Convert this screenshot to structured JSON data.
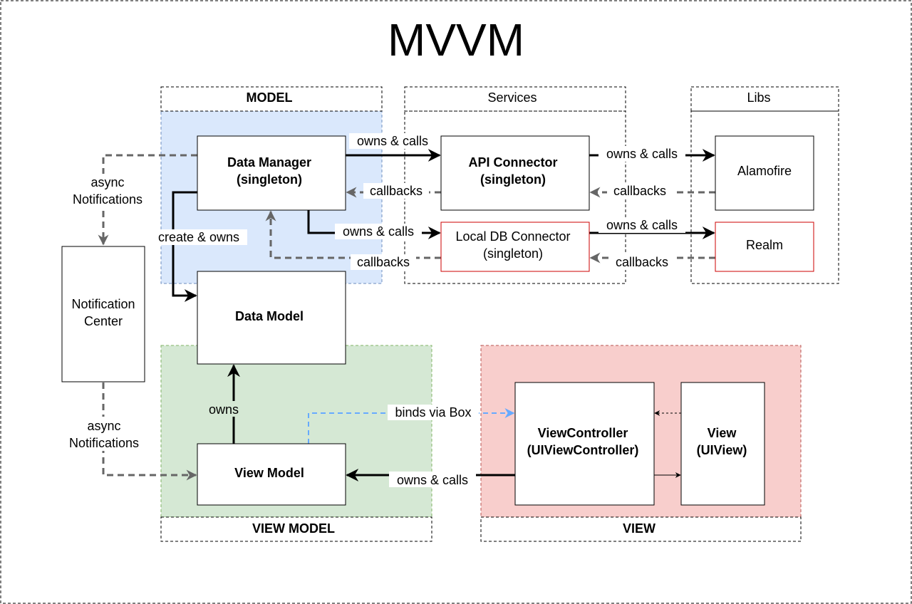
{
  "title": "MVVM",
  "groups": {
    "model": "MODEL",
    "services": "Services",
    "libs": "Libs",
    "view_model": "VIEW MODEL",
    "view": "VIEW"
  },
  "nodes": {
    "data_manager": [
      "Data Manager",
      "(singleton)"
    ],
    "api_connector": [
      "API Connector",
      "(singleton)"
    ],
    "local_db_connector": [
      "Local DB Connector",
      "(singleton)"
    ],
    "alamofire": "Alamofire",
    "realm": "Realm",
    "notification_center": [
      "Notification",
      "Center"
    ],
    "data_model": "Data Model",
    "view_model": "View Model",
    "view_controller": [
      "ViewController",
      "(UIViewController)"
    ],
    "view": [
      "View",
      "(UIView)"
    ]
  },
  "edges": {
    "dm_api": "owns & calls",
    "api_dm": "callbacks",
    "api_alamofire": "owns & calls",
    "alamofire_api": "callbacks",
    "dm_localdb": "owns & calls",
    "localdb_dm": "callbacks",
    "localdb_realm": "owns & calls",
    "realm_localdb": "callbacks",
    "dm_datamodel": "create & owns",
    "dm_nc": [
      "async",
      "Notifications"
    ],
    "nc_vm": [
      "async",
      "Notifications"
    ],
    "vm_datamodel": "owns",
    "vm_vc": "binds via Box",
    "vc_vm": "owns & calls"
  },
  "colors": {
    "model_fill": "#dae8fc",
    "model_border": "#6c8ebf",
    "view_model_fill": "#d5e8d4",
    "view_model_border": "#82b366",
    "view_fill": "#f8cecc",
    "view_border": "#b85450",
    "red_box_border": "#cc0000",
    "blue_arrow": "#66aaff",
    "grey_arrow": "#666666"
  }
}
